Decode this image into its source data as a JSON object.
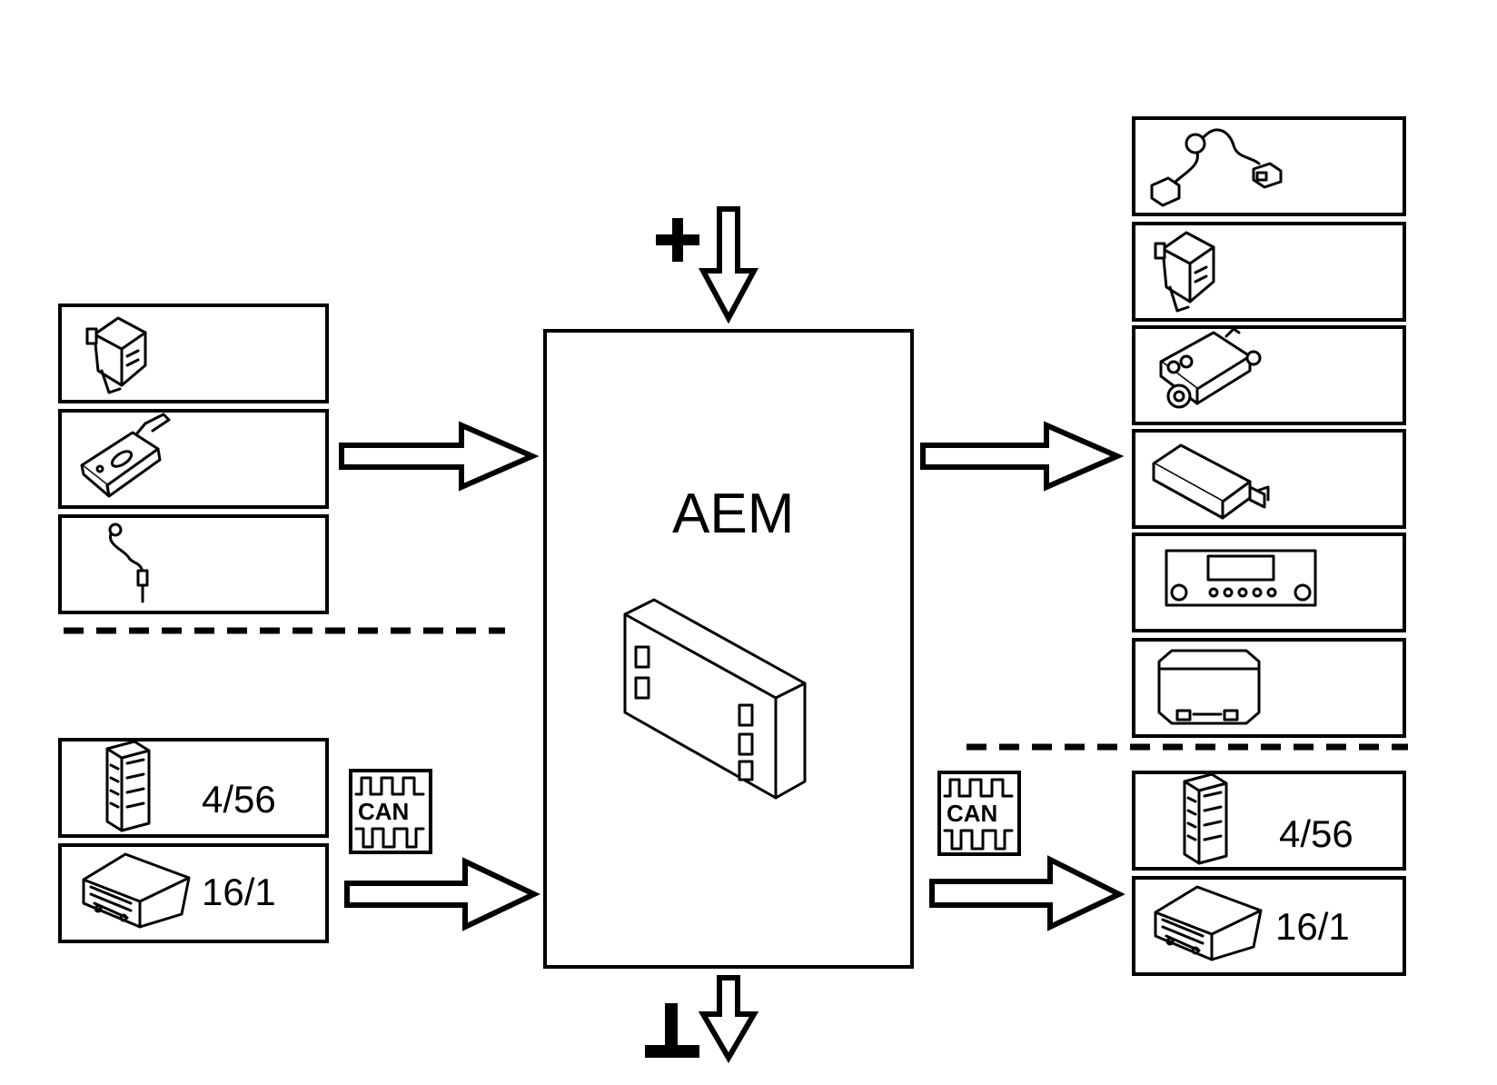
{
  "module": {
    "name": "AEM"
  },
  "left_inputs": {
    "components": [
      {
        "icon": "door-lock-actuator-icon"
      },
      {
        "icon": "remote-key-fob-icon"
      },
      {
        "icon": "antenna-sensor-icon"
      }
    ],
    "bus": {
      "label": "CAN",
      "nodes": [
        {
          "icon": "connector-block-icon",
          "label": "4/56"
        },
        {
          "icon": "control-unit-icon",
          "label": "16/1"
        }
      ]
    }
  },
  "right_outputs": {
    "components": [
      {
        "icon": "wiring-harness-icon"
      },
      {
        "icon": "door-lock-actuator-icon"
      },
      {
        "icon": "siren-icon"
      },
      {
        "icon": "transmitter-module-icon"
      },
      {
        "icon": "radio-head-unit-icon"
      },
      {
        "icon": "electronic-module-icon"
      }
    ],
    "bus": {
      "label": "CAN",
      "nodes": [
        {
          "icon": "connector-block-icon",
          "label": "4/56"
        },
        {
          "icon": "control-unit-icon",
          "label": "16/1"
        }
      ]
    }
  },
  "power": {
    "plus_icon": "plus-icon",
    "ground_icon": "ground-icon"
  }
}
